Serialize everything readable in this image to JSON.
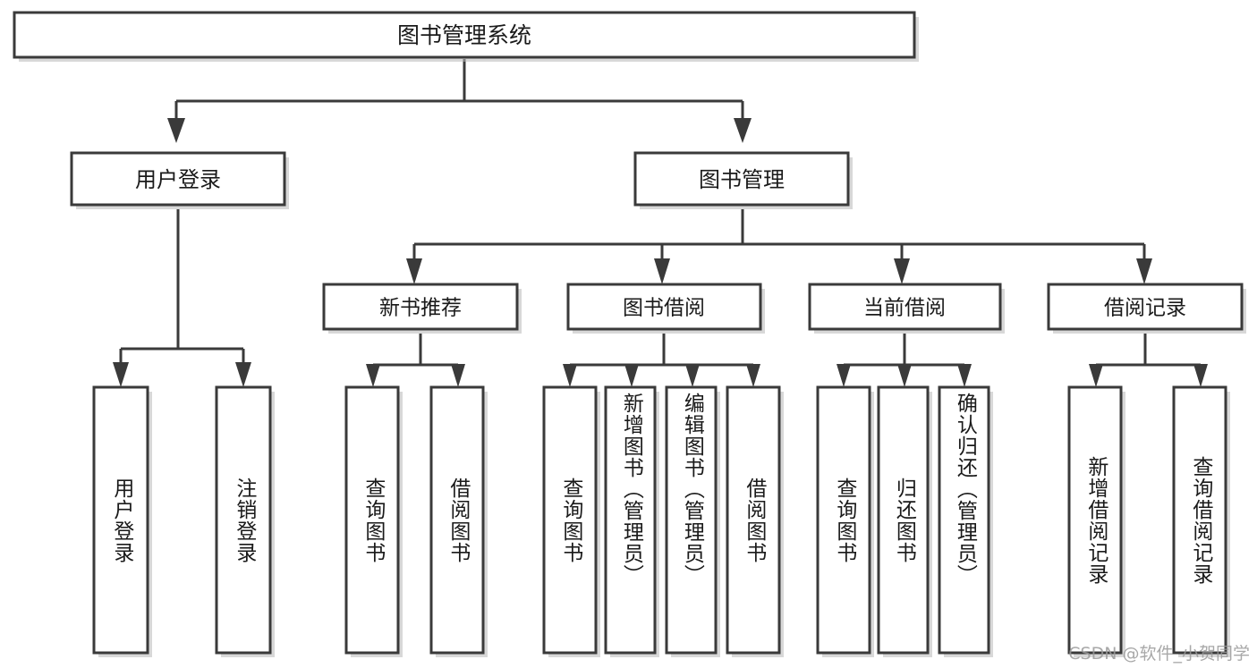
{
  "diagram": {
    "title": "图书管理系统",
    "type": "tree",
    "watermark": "CSDN @软件_小贺同学",
    "colors": {
      "box_stroke": "#3a3a3a",
      "box_fill": "#ffffff",
      "connector": "#3a3a3a",
      "text": "#1a1a1a",
      "watermark": "#9a9a9a",
      "background": "#ffffff"
    },
    "root": {
      "label": "图书管理系统"
    },
    "level1": [
      {
        "label": "用户登录"
      },
      {
        "label": "图书管理"
      }
    ],
    "level2": [
      {
        "label": "新书推荐"
      },
      {
        "label": "图书借阅"
      },
      {
        "label": "当前借阅"
      },
      {
        "label": "借阅记录"
      }
    ],
    "leaves": {
      "user_login": [
        {
          "label": "用户登录"
        },
        {
          "label": "注销登录"
        }
      ],
      "new_book_recommend": [
        {
          "label": "查询图书"
        },
        {
          "label": "借阅图书"
        }
      ],
      "book_borrow": [
        {
          "label": "查询图书"
        },
        {
          "label": "新增图书（管理员）"
        },
        {
          "label": "编辑图书（管理员）"
        },
        {
          "label": "借阅图书"
        }
      ],
      "current_borrow": [
        {
          "label": "查询图书"
        },
        {
          "label": "归还图书"
        },
        {
          "label": "确认归还（管理员）"
        }
      ],
      "borrow_record": [
        {
          "label": "新增借阅记录"
        },
        {
          "label": "查询借阅记录"
        }
      ]
    }
  }
}
